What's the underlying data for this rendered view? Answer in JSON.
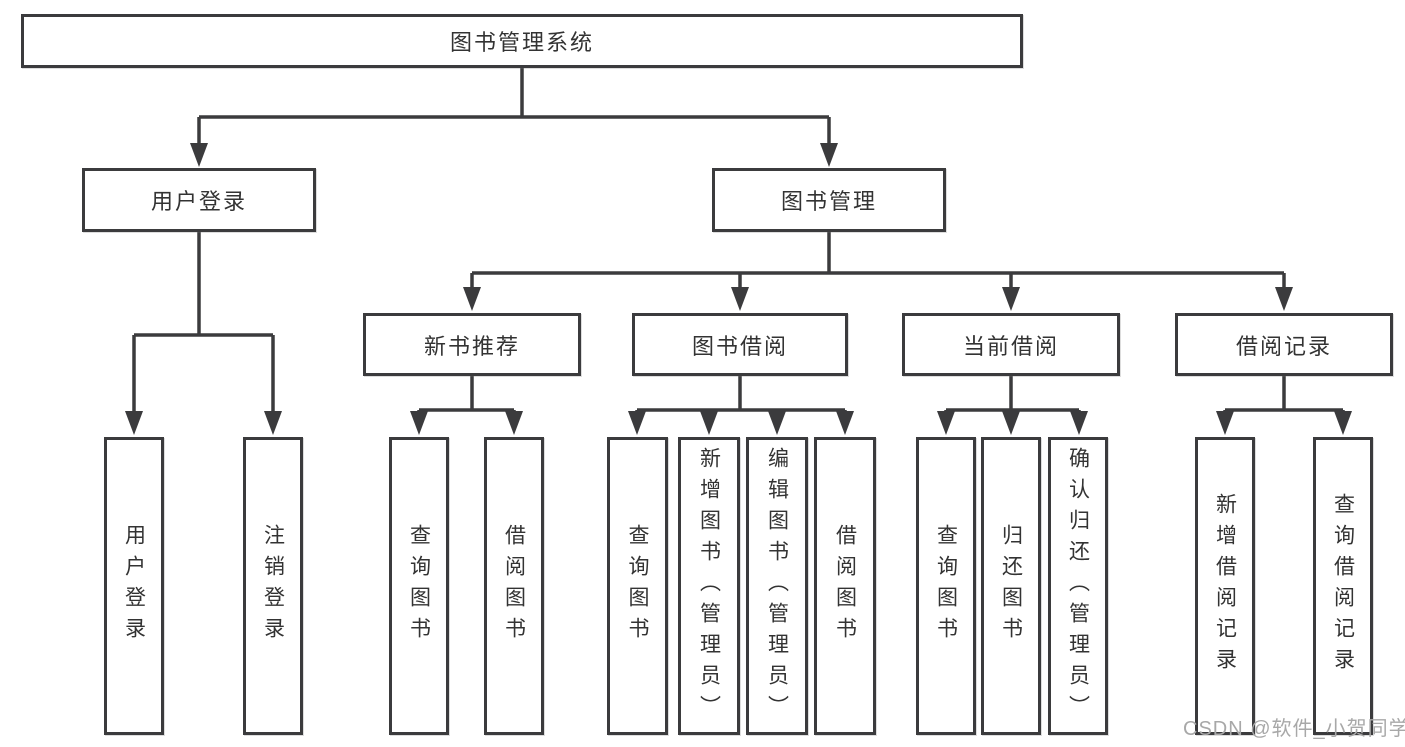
{
  "tree": {
    "root": {
      "label": "图书管理系统"
    },
    "branches": [
      {
        "label": "用户登录",
        "leaves": [
          {
            "label": "用户登录"
          },
          {
            "label": "注销登录"
          }
        ]
      },
      {
        "label": "图书管理",
        "groups": [
          {
            "label": "新书推荐",
            "leaves": [
              {
                "label": "查询图书"
              },
              {
                "label": "借阅图书"
              }
            ]
          },
          {
            "label": "图书借阅",
            "leaves": [
              {
                "label": "查询图书"
              },
              {
                "label": "新增图书（管理员）"
              },
              {
                "label": "编辑图书（管理员）"
              },
              {
                "label": "借阅图书"
              }
            ]
          },
          {
            "label": "当前借阅",
            "leaves": [
              {
                "label": "查询图书"
              },
              {
                "label": "归还图书"
              },
              {
                "label": "确认归还（管理员）"
              }
            ]
          },
          {
            "label": "借阅记录",
            "leaves": [
              {
                "label": "新增借阅记录"
              },
              {
                "label": "查询借阅记录"
              }
            ]
          }
        ]
      }
    ]
  },
  "watermark": {
    "text": "CSDN @软件_小贺同学"
  },
  "colors": {
    "line": "#3b3b3d",
    "box_border": "#3b3b3d",
    "text": "#333333",
    "watermark": "#a8a8a8",
    "background": "#ffffff"
  }
}
